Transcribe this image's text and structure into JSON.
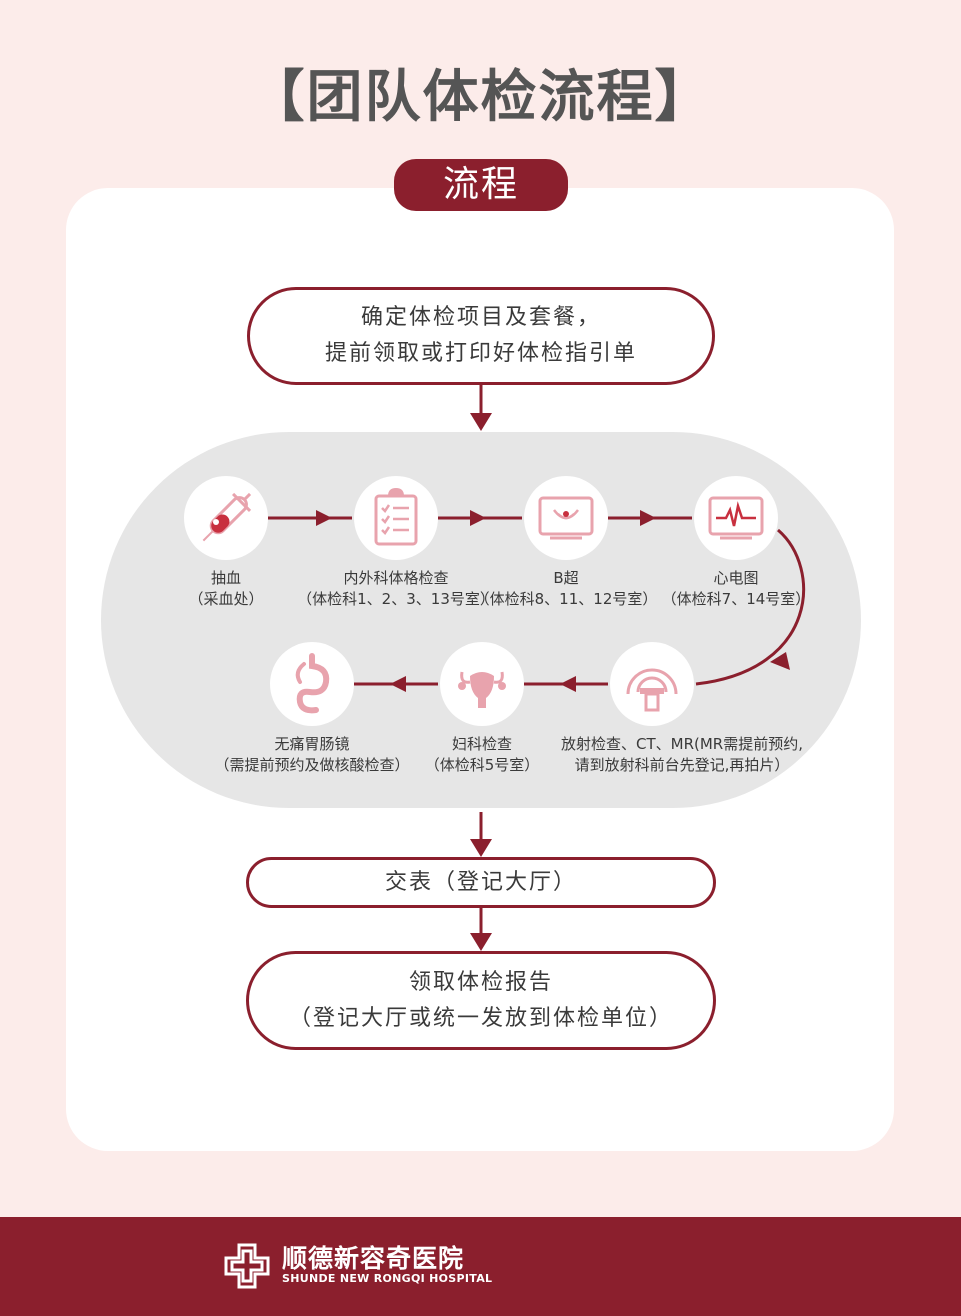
{
  "header": {
    "title": "【团队体检流程】"
  },
  "section": {
    "label": "流程"
  },
  "steps": {
    "start": {
      "line1": "确定体检项目及套餐，",
      "line2": "提前领取或打印好体检指引单"
    },
    "submit": {
      "label": "交表（登记大厅）"
    },
    "report": {
      "line1": "领取体检报告",
      "line2": "（登记大厅或统一发放到体检单位）"
    }
  },
  "stations": [
    {
      "name": "抽血",
      "detail": "（采血处）",
      "icon": "blood-tube-icon"
    },
    {
      "name": "内外科体格检查",
      "detail": "（体检科1、2、3、13号室）",
      "icon": "clipboard-checklist-icon"
    },
    {
      "name": "B超",
      "detail": "（体检科8、11、12号室）",
      "icon": "ultrasound-monitor-icon"
    },
    {
      "name": "心电图",
      "detail": "（体检科7、14号室）",
      "icon": "ecg-monitor-icon"
    },
    {
      "name": "放射检查、CT、MR(MR需提前预约,",
      "detail": "请到放射科前台先登记,再拍片）",
      "icon": "ct-scanner-icon"
    },
    {
      "name": "妇科检查",
      "detail": "（体检科5号室）",
      "icon": "uterus-icon"
    },
    {
      "name": "无痛胃肠镜",
      "detail": "（需提前预约及做核酸检查）",
      "icon": "stomach-intestine-icon"
    }
  ],
  "footer": {
    "name": "顺德新容奇医院",
    "name_en": "SHUNDE NEW RONGQI HOSPITAL"
  },
  "colors": {
    "accent": "#8b1f2d",
    "icon_pink": "#e8a3ad",
    "background": "#fcecea",
    "zone": "#e6e6e6"
  }
}
